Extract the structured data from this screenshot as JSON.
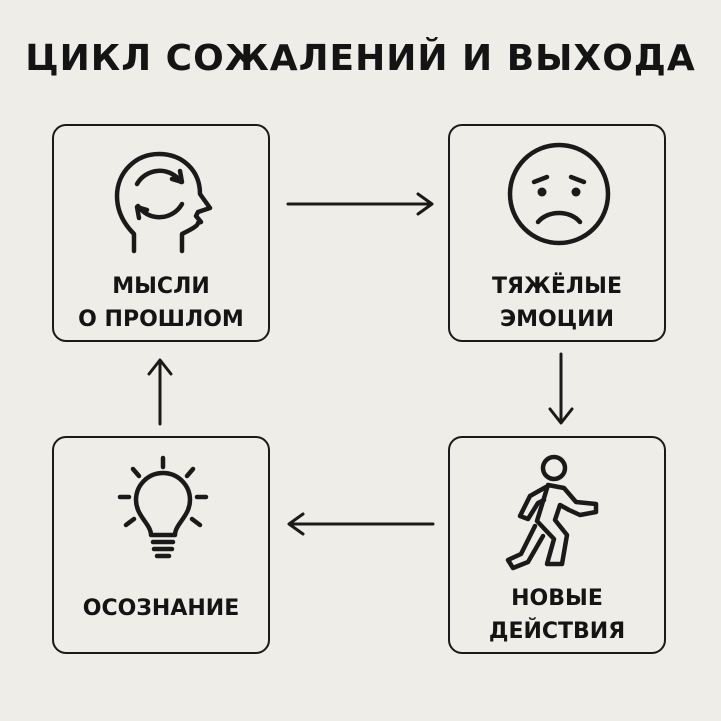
{
  "title": "ЦИКЛ СОЖАЛЕНИЙ И ВЫХОДА",
  "steps": [
    {
      "id": "thoughts",
      "label_lines": [
        "МЫСЛИ",
        "О ПРОШЛОМ"
      ],
      "icon": "head-with-cycle-arrows-icon"
    },
    {
      "id": "emotions",
      "label_lines": [
        "ТЯЖЁЛЫЕ",
        "ЭМОЦИИ"
      ],
      "icon": "sad-face-icon"
    },
    {
      "id": "actions",
      "label_lines": [
        "НОВЫЕ",
        "ДЕЙСТВИЯ"
      ],
      "icon": "walking-person-icon"
    },
    {
      "id": "awareness",
      "label_lines": [
        "ОСОЗНАНИЕ"
      ],
      "icon": "lightbulb-icon"
    }
  ],
  "flow": [
    "thoughts → emotions",
    "emotions → actions",
    "actions → awareness",
    "awareness → thoughts"
  ],
  "colors": {
    "background": "#efede8",
    "ink": "#1a1a1a"
  }
}
